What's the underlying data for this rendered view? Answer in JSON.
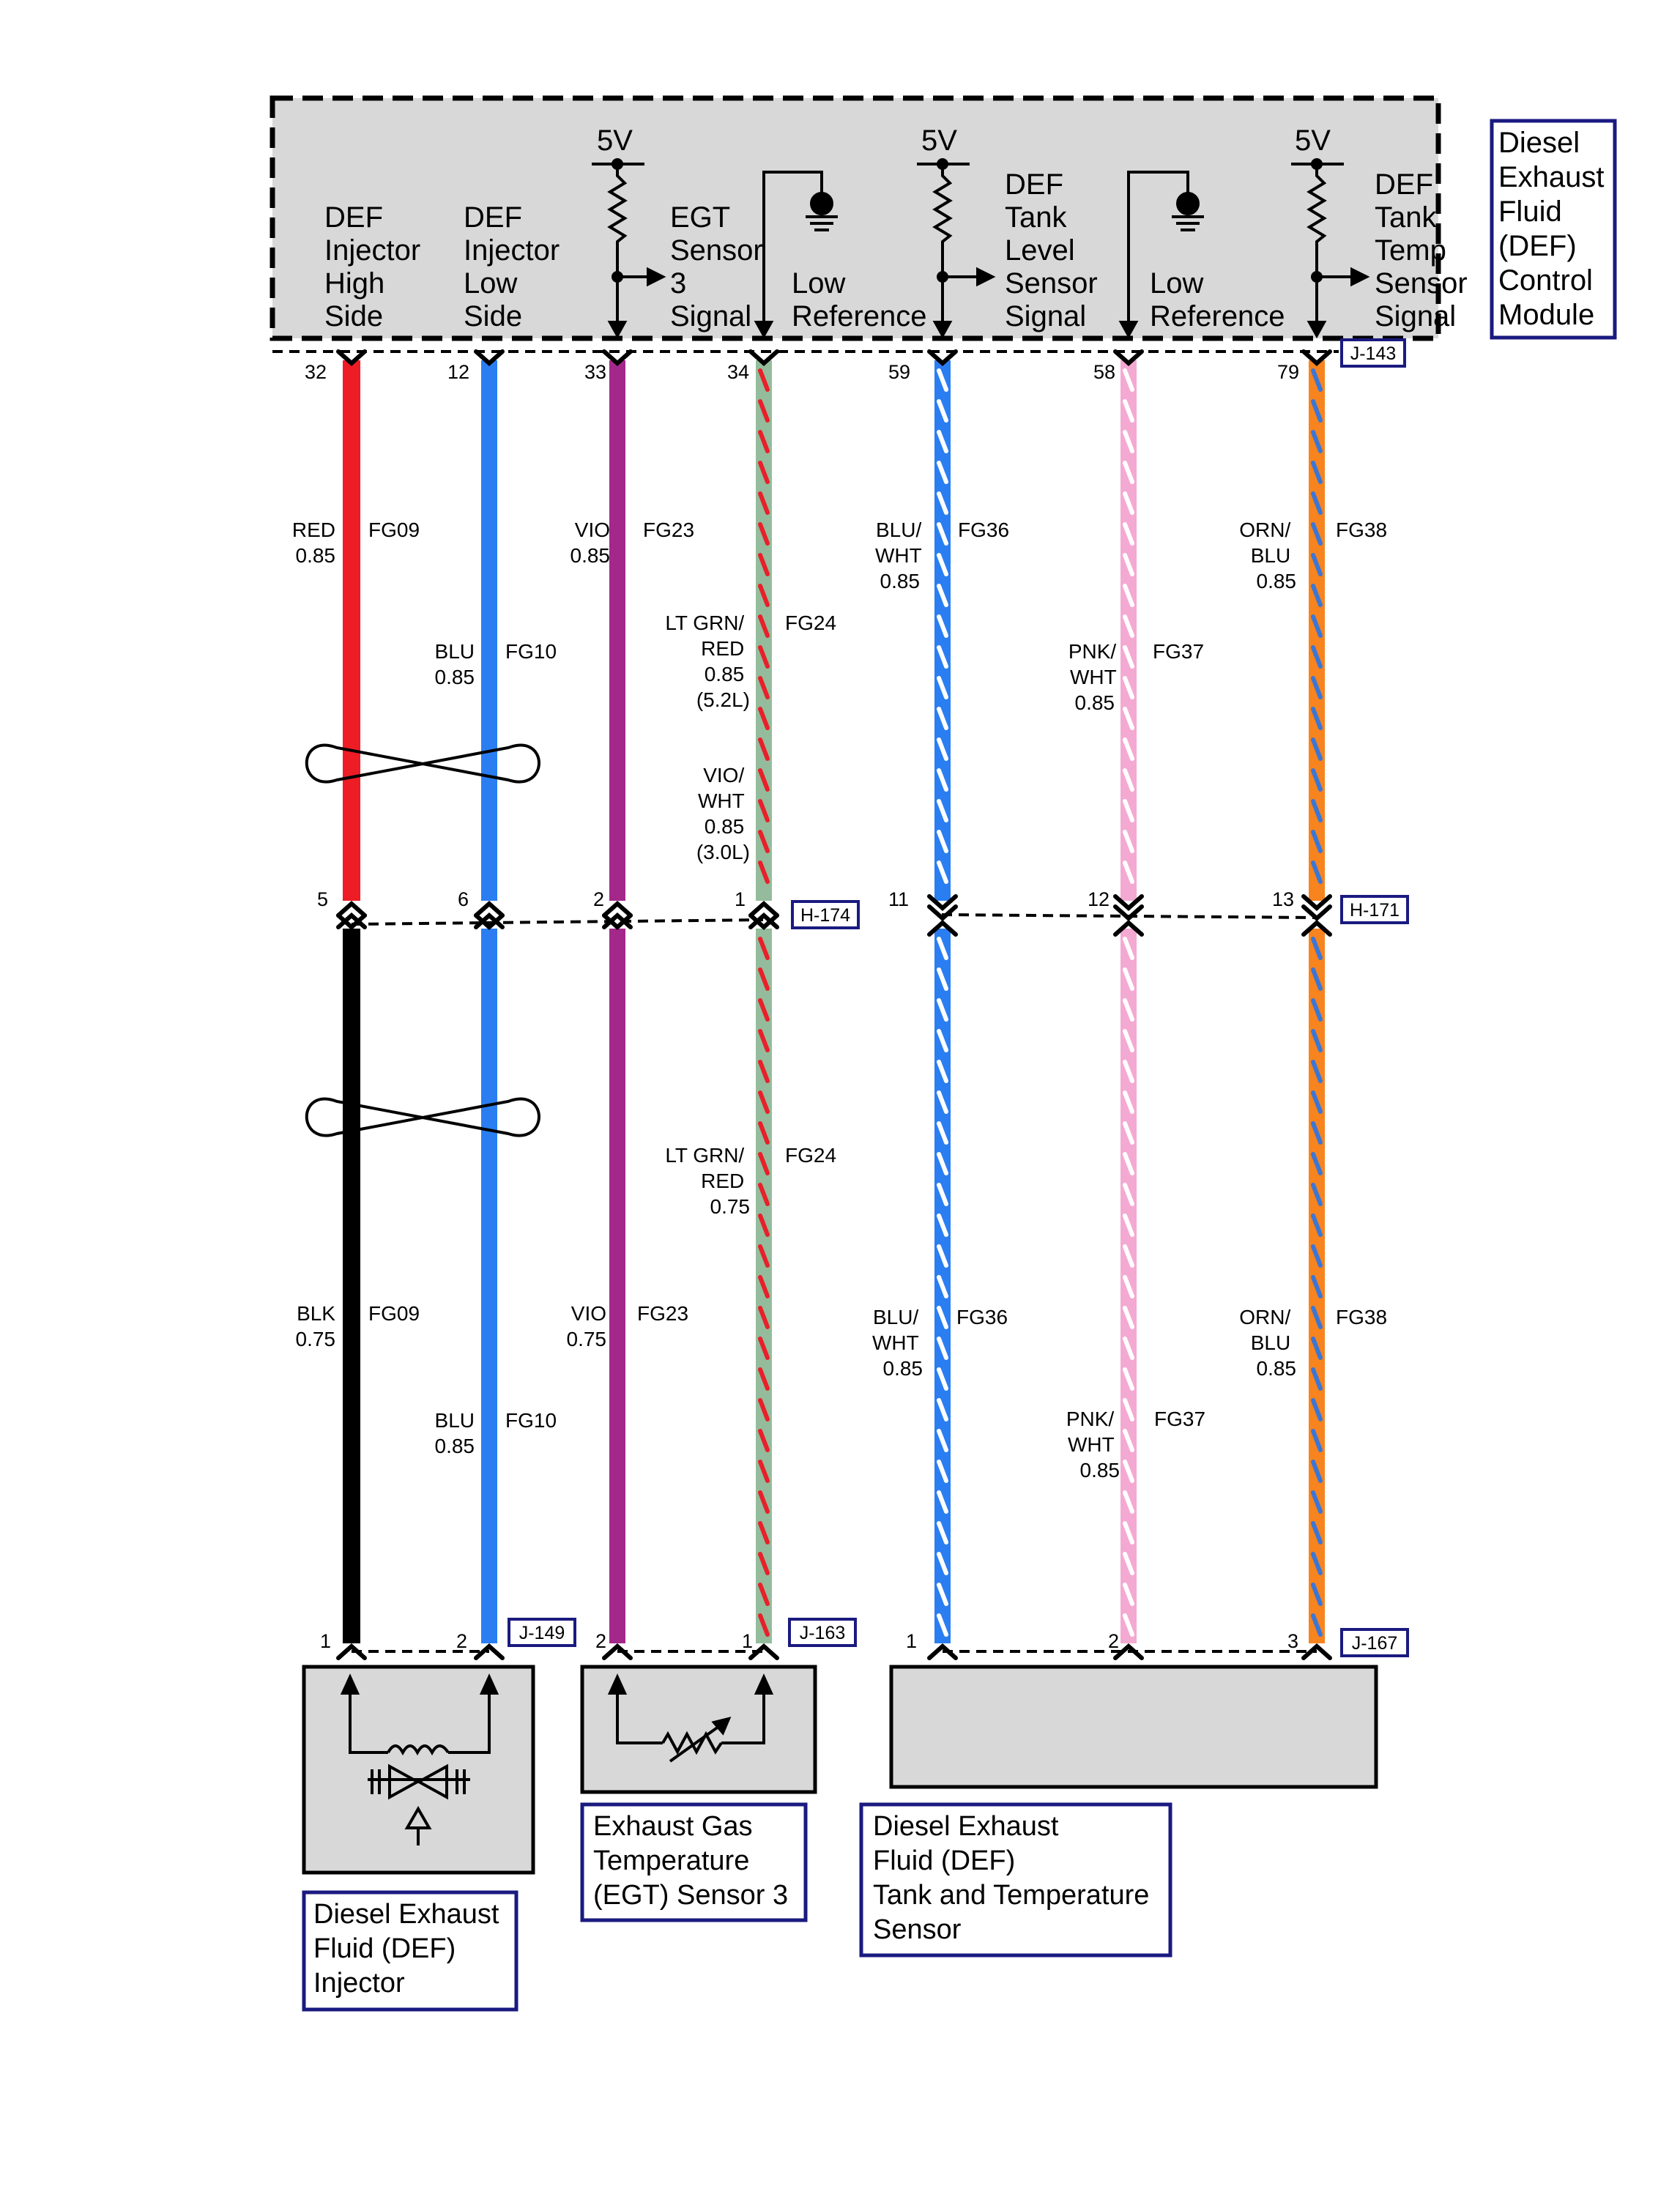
{
  "module": {
    "name_lines": [
      "Diesel",
      "Exhaust",
      "Fluid",
      "(DEF)",
      "Control",
      "Module"
    ],
    "connector": "J-143",
    "voltage_5v": "5V",
    "circuits": [
      {
        "lines": [
          "DEF",
          "Injector",
          "High",
          "Side"
        ]
      },
      {
        "lines": [
          "DEF",
          "Injector",
          "Low",
          "Side"
        ]
      },
      {
        "lines": [
          "EGT",
          "Sensor",
          "3",
          "Signal"
        ]
      },
      {
        "lines": [
          "Low",
          "Reference"
        ]
      },
      {
        "lines": [
          "DEF",
          "Tank",
          "Level",
          "Sensor",
          "Signal"
        ]
      },
      {
        "lines": [
          "Low",
          "Reference"
        ]
      },
      {
        "lines": [
          "DEF",
          "Tank",
          "Temp",
          "Sensor",
          "Signal"
        ]
      }
    ]
  },
  "connectors": {
    "inline_1": "H-174",
    "inline_2": "H-171",
    "injector": "J-149",
    "egt": "J-163",
    "tank": "J-167"
  },
  "wires": [
    {
      "pin_top": "32",
      "pin_mid": "5",
      "pin_bot": "1",
      "top_color": "#ee1c25",
      "top_stripe": null,
      "bot_color": "#000000",
      "bot_stripe": null,
      "top_label": [
        "RED",
        "0.85"
      ],
      "top_circuit": "FG09",
      "bot_label": [
        "BLK",
        "0.75"
      ],
      "bot_circuit": "FG09"
    },
    {
      "pin_top": "12",
      "pin_mid": "6",
      "pin_bot": "2",
      "top_color": "#2a7ef2",
      "top_stripe": null,
      "bot_color": "#2a7ef2",
      "bot_stripe": null,
      "top_label": [
        "BLU",
        "0.85"
      ],
      "top_circuit": "FG10",
      "bot_label": [
        "BLU",
        "0.85"
      ],
      "bot_circuit": "FG10"
    },
    {
      "pin_top": "33",
      "pin_mid": "2",
      "pin_bot": "2",
      "top_color": "#a3288a",
      "top_stripe": null,
      "bot_color": "#a3288a",
      "bot_stripe": null,
      "top_label": [
        "VIO",
        "0.85"
      ],
      "top_circuit": "FG23",
      "bot_label": [
        "VIO",
        "0.75"
      ],
      "bot_circuit": "FG23"
    },
    {
      "pin_top": "34",
      "pin_mid": "1",
      "pin_bot": "1",
      "top_color": "#94bc9c",
      "top_stripe": "#e8202a",
      "bot_color": "#94bc9c",
      "bot_stripe": "#e8202a",
      "top_label": [
        "LT GRN/",
        "RED",
        "0.85",
        "(5.2L)"
      ],
      "top_label2": [
        "VIO/",
        "WHT",
        "0.85",
        "(3.0L)"
      ],
      "top_circuit": "FG24",
      "bot_label": [
        "LT GRN/",
        "RED",
        "0.75"
      ],
      "bot_circuit": "FG24"
    },
    {
      "pin_top": "59",
      "pin_mid": "11",
      "pin_bot": "1",
      "top_color": "#2a7ef2",
      "top_stripe": "#ffffff",
      "bot_color": "#2a7ef2",
      "bot_stripe": "#ffffff",
      "top_label": [
        "BLU/",
        "WHT",
        "0.85"
      ],
      "top_circuit": "FG36",
      "bot_label": [
        "BLU/",
        "WHT",
        "0.85"
      ],
      "bot_circuit": "FG36"
    },
    {
      "pin_top": "58",
      "pin_mid": "12",
      "pin_bot": "2",
      "top_color": "#f4a9d3",
      "top_stripe": "#ffffff",
      "bot_color": "#f4a9d3",
      "bot_stripe": "#ffffff",
      "top_label": [
        "PNK/",
        "WHT",
        "0.85"
      ],
      "top_circuit": "FG37",
      "bot_label": [
        "PNK/",
        "WHT",
        "0.85"
      ],
      "bot_circuit": "FG37"
    },
    {
      "pin_top": "79",
      "pin_mid": "13",
      "pin_bot": "3",
      "top_color": "#f7841e",
      "top_stripe": "#3b76d6",
      "bot_color": "#f7841e",
      "bot_stripe": "#3b76d6",
      "top_label": [
        "ORN/",
        "BLU",
        "0.85"
      ],
      "top_circuit": "FG38",
      "bot_label": [
        "ORN/",
        "BLU",
        "0.85"
      ],
      "bot_circuit": "FG38"
    }
  ],
  "components": [
    {
      "name_lines": [
        "Diesel Exhaust",
        "Fluid (DEF)",
        "Injector"
      ]
    },
    {
      "name_lines": [
        "Exhaust Gas",
        "Temperature",
        "(EGT) Sensor 3"
      ]
    },
    {
      "name_lines": [
        "Diesel Exhaust",
        "Fluid (DEF)",
        "Tank and Temperature",
        "Sensor"
      ]
    }
  ],
  "colors": {
    "box_fill": "#d8d8d8",
    "label_border": "#1a1a80"
  }
}
